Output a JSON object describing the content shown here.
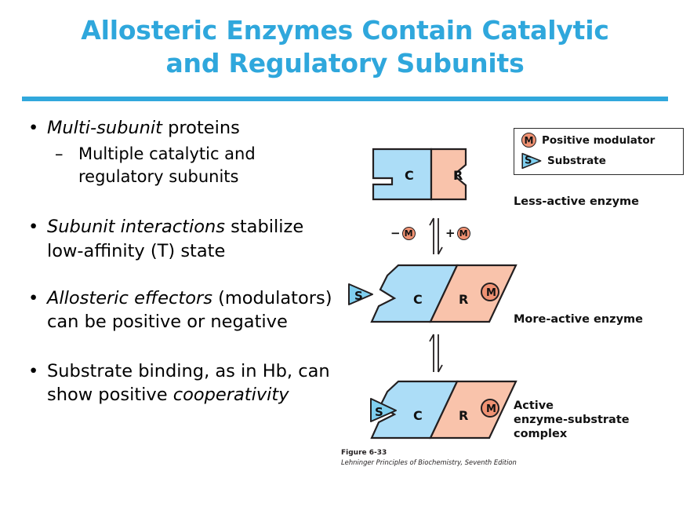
{
  "slide": {
    "title_line1": "Allosteric Enzymes Contain Catalytic",
    "title_line2": "and Regulatory Subunits",
    "title_color": "#2FA7DC",
    "rule_color": "#31A8DC",
    "background": "#FFFFFF"
  },
  "bullets": [
    {
      "marker": "•",
      "emphasis": "Multi-subunit",
      "rest": " proteins",
      "sub": [
        {
          "marker": "–",
          "text": "Multiple catalytic and regulatory subunits"
        }
      ]
    },
    {
      "marker": "•",
      "emphasis": "Subunit interactions",
      "rest": " stabilize low-affinity (T) state",
      "sub": []
    },
    {
      "marker": "•",
      "emphasis": "Allosteric effectors",
      "rest": " (modulators) can be positive or negative",
      "sub": []
    },
    {
      "marker": "•",
      "emphasis": "",
      "rest": "Substrate binding, as in Hb, can show positive ",
      "emphasis_tail": "cooperativity",
      "sub": []
    }
  ],
  "figure": {
    "legend": {
      "rows": [
        {
          "icon": "modulator-circle-icon",
          "icon_letter": "M",
          "label": "Positive modulator"
        },
        {
          "icon": "substrate-triangle-icon",
          "icon_letter": "S",
          "label": "Substrate"
        }
      ]
    },
    "states": [
      {
        "id": "less-active",
        "label": "Less-active enzyme",
        "catalytic_letter": "C",
        "regulatory_letter": "R"
      },
      {
        "id": "more-active",
        "label": "More-active enzyme",
        "catalytic_letter": "C",
        "regulatory_letter": "R"
      },
      {
        "id": "active-complex",
        "label": "Active enzyme-substrate complex",
        "catalytic_letter": "C",
        "regulatory_letter": "R"
      }
    ],
    "active_complex_label_lines": [
      "Active",
      "enzyme-substrate",
      "complex"
    ],
    "equilibrium": {
      "minus_sign": "−",
      "plus_sign": "+",
      "modulator_letter": "M"
    },
    "substrate_letter": "S",
    "modulator_letter": "M",
    "colors": {
      "catalytic_fill": "#ACDDF7",
      "regulatory_fill": "#F9C3AB",
      "modulator_fill": "#F09273",
      "substrate_fill": "#7FCFEF",
      "outline": "#231F20"
    },
    "caption": {
      "figure_number": "Figure 6-33",
      "source": "Lehninger Principles of Biochemistry, Seventh Edition"
    }
  }
}
